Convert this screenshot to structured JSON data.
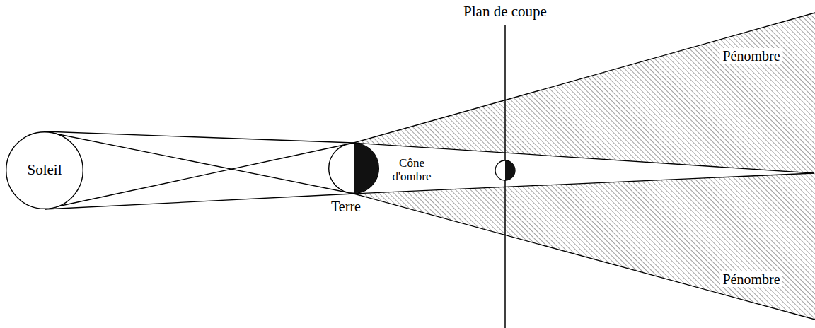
{
  "diagram": {
    "nodes": [
      {
        "text": [
          "Soleil"
        ]
      },
      {
        "text": [
          "Terre"
        ]
      }
    ],
    "labels": [
      "Plan de coupe",
      "Cône d'ombre",
      "Pénombre",
      "Pénombre"
    ]
  }
}
